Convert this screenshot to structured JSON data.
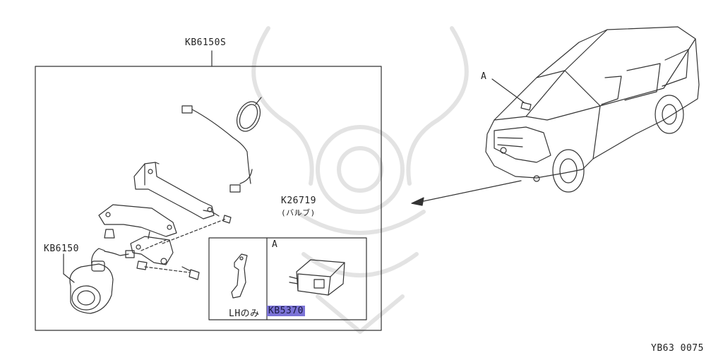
{
  "diagram": {
    "kit_part": "KB6150S",
    "lamp_part": "KB6150",
    "bulb_part": "K26719",
    "bulb_note": "(バルブ)",
    "inset_letter": "A",
    "vehicle_marker": "A",
    "lh_only": "LHのみ",
    "switch_part": "KB5370",
    "drawing_code": "YB63 0075",
    "highlight_color": "#7b73d6"
  }
}
